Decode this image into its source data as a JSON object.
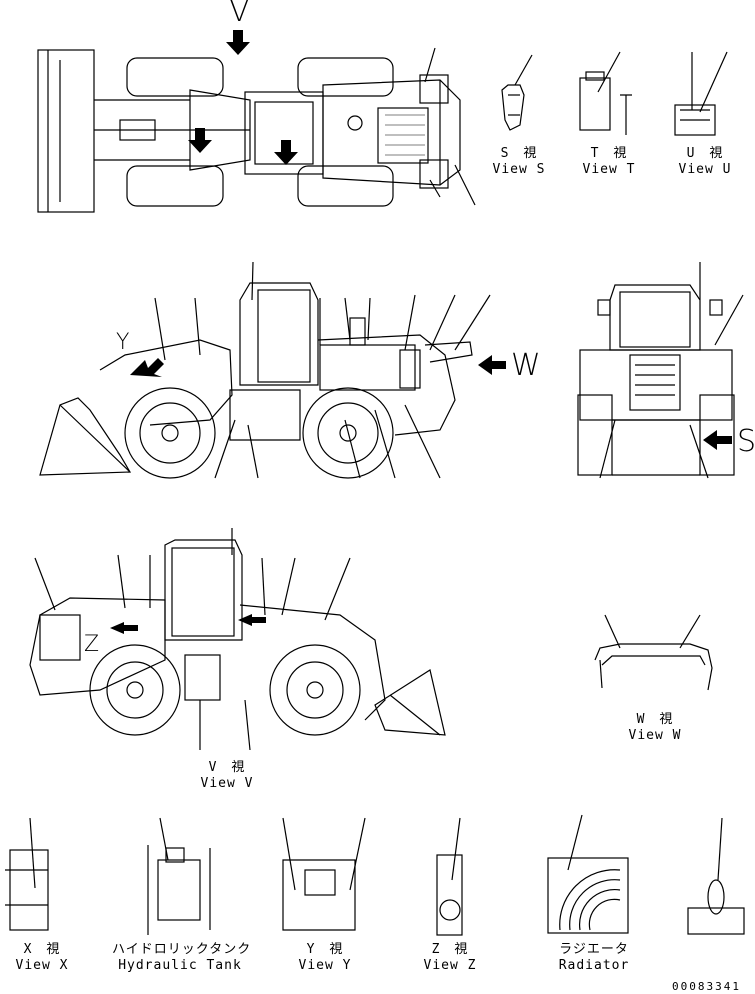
{
  "views": {
    "s": {
      "jp": "S　視",
      "en": "View S"
    },
    "t": {
      "jp": "T　視",
      "en": "View T"
    },
    "u": {
      "jp": "U　視",
      "en": "View U"
    },
    "v": {
      "jp": "V　視",
      "en": "View V"
    },
    "w": {
      "jp": "W　視",
      "en": "View W"
    },
    "x": {
      "jp": "X　視",
      "en": "View X"
    },
    "y": {
      "jp": "Y　視",
      "en": "View Y"
    },
    "z": {
      "jp": "Z　視",
      "en": "View Z"
    },
    "hydraulic": {
      "jp": "ハイドロリックタンク",
      "en": "Hydraulic Tank"
    },
    "radiator": {
      "jp": "ラジエータ",
      "en": "Radiator"
    }
  },
  "arrows": {
    "v": "V",
    "w": "W",
    "s": "S",
    "y": "Y",
    "z": "Z"
  },
  "document_id": "00083341"
}
